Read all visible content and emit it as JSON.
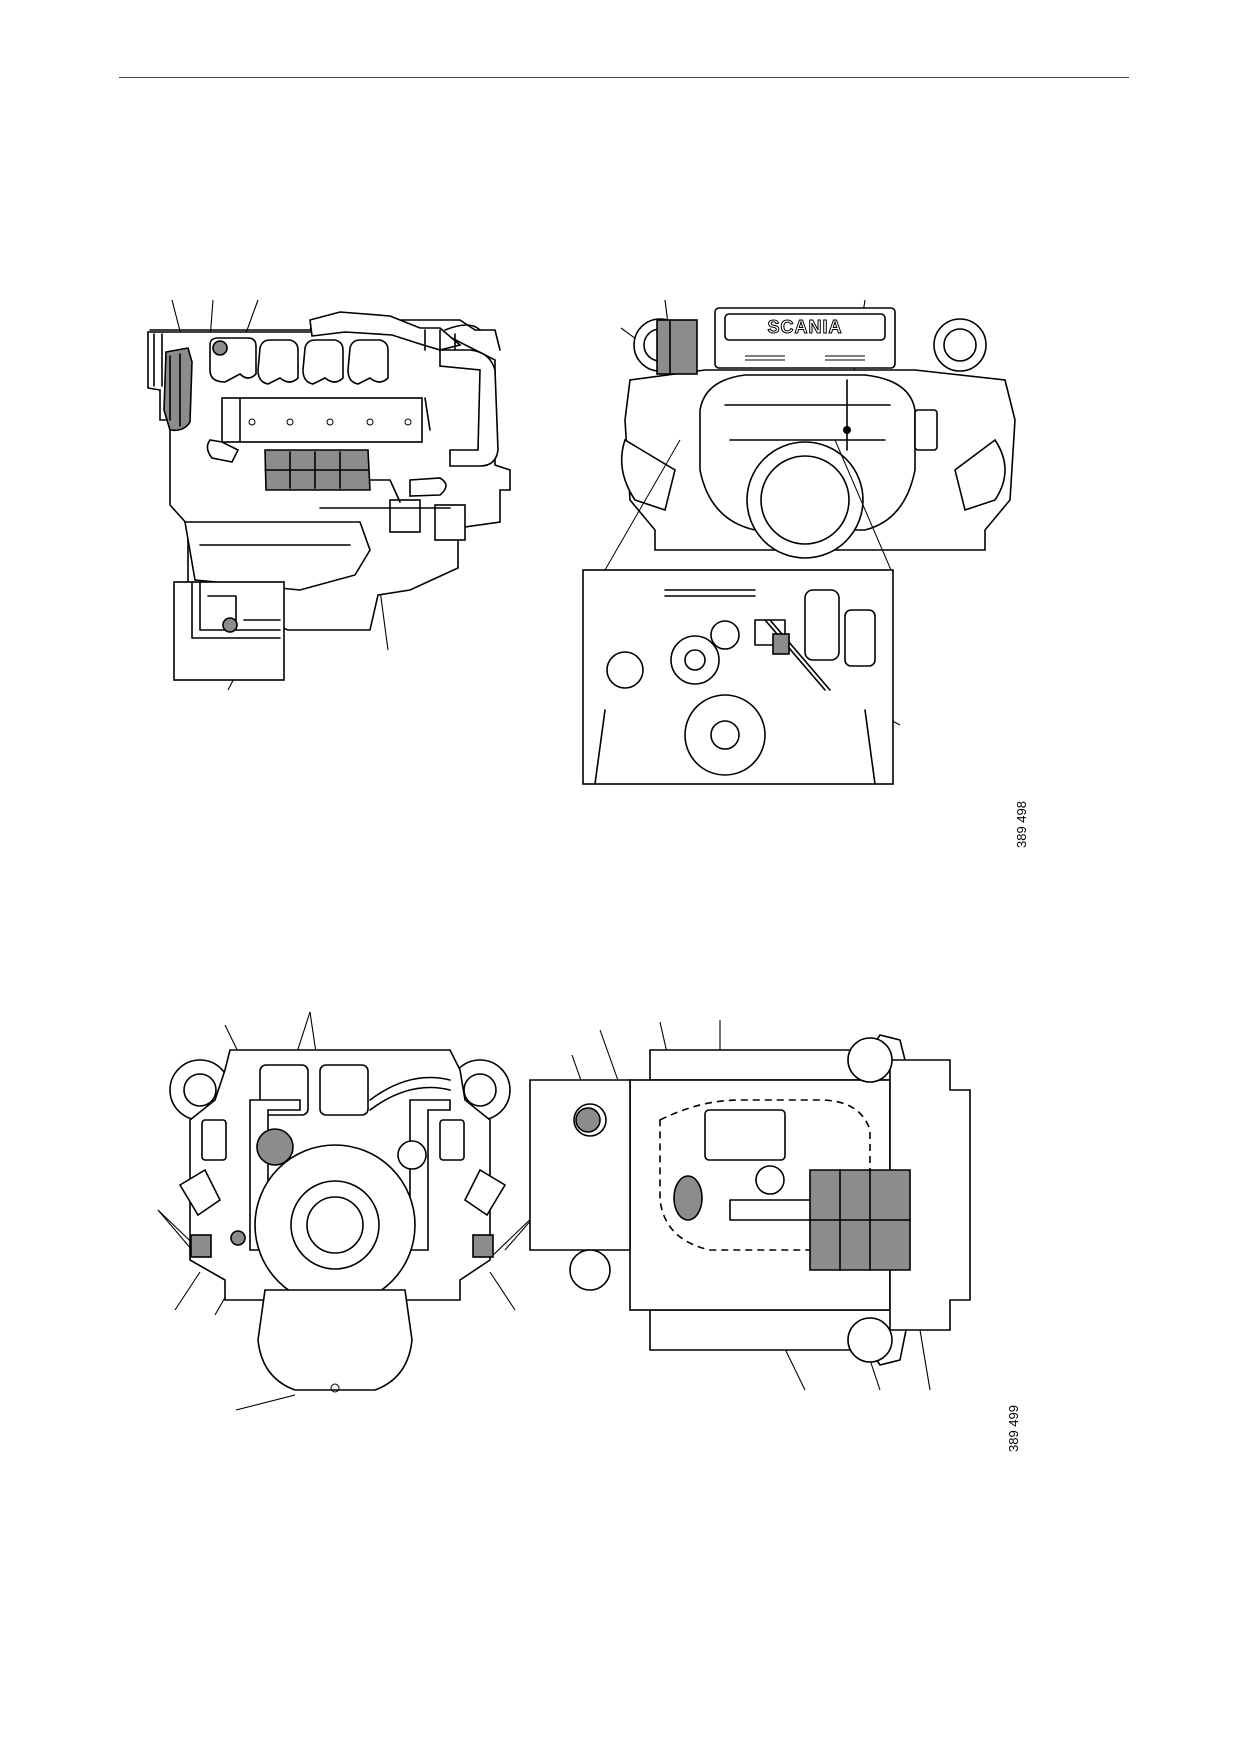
{
  "figures": [
    {
      "id": "engine-side-view",
      "number": ""
    },
    {
      "id": "engine-front-view",
      "number": "389 498"
    },
    {
      "id": "engine-rear-view",
      "number": ""
    },
    {
      "id": "engine-top-view",
      "number": "389 499"
    }
  ],
  "logo": {
    "text": "SCANIA"
  },
  "colors": {
    "ink": "#000000",
    "highlight": "#8c8c8c",
    "paper": "#ffffff"
  }
}
